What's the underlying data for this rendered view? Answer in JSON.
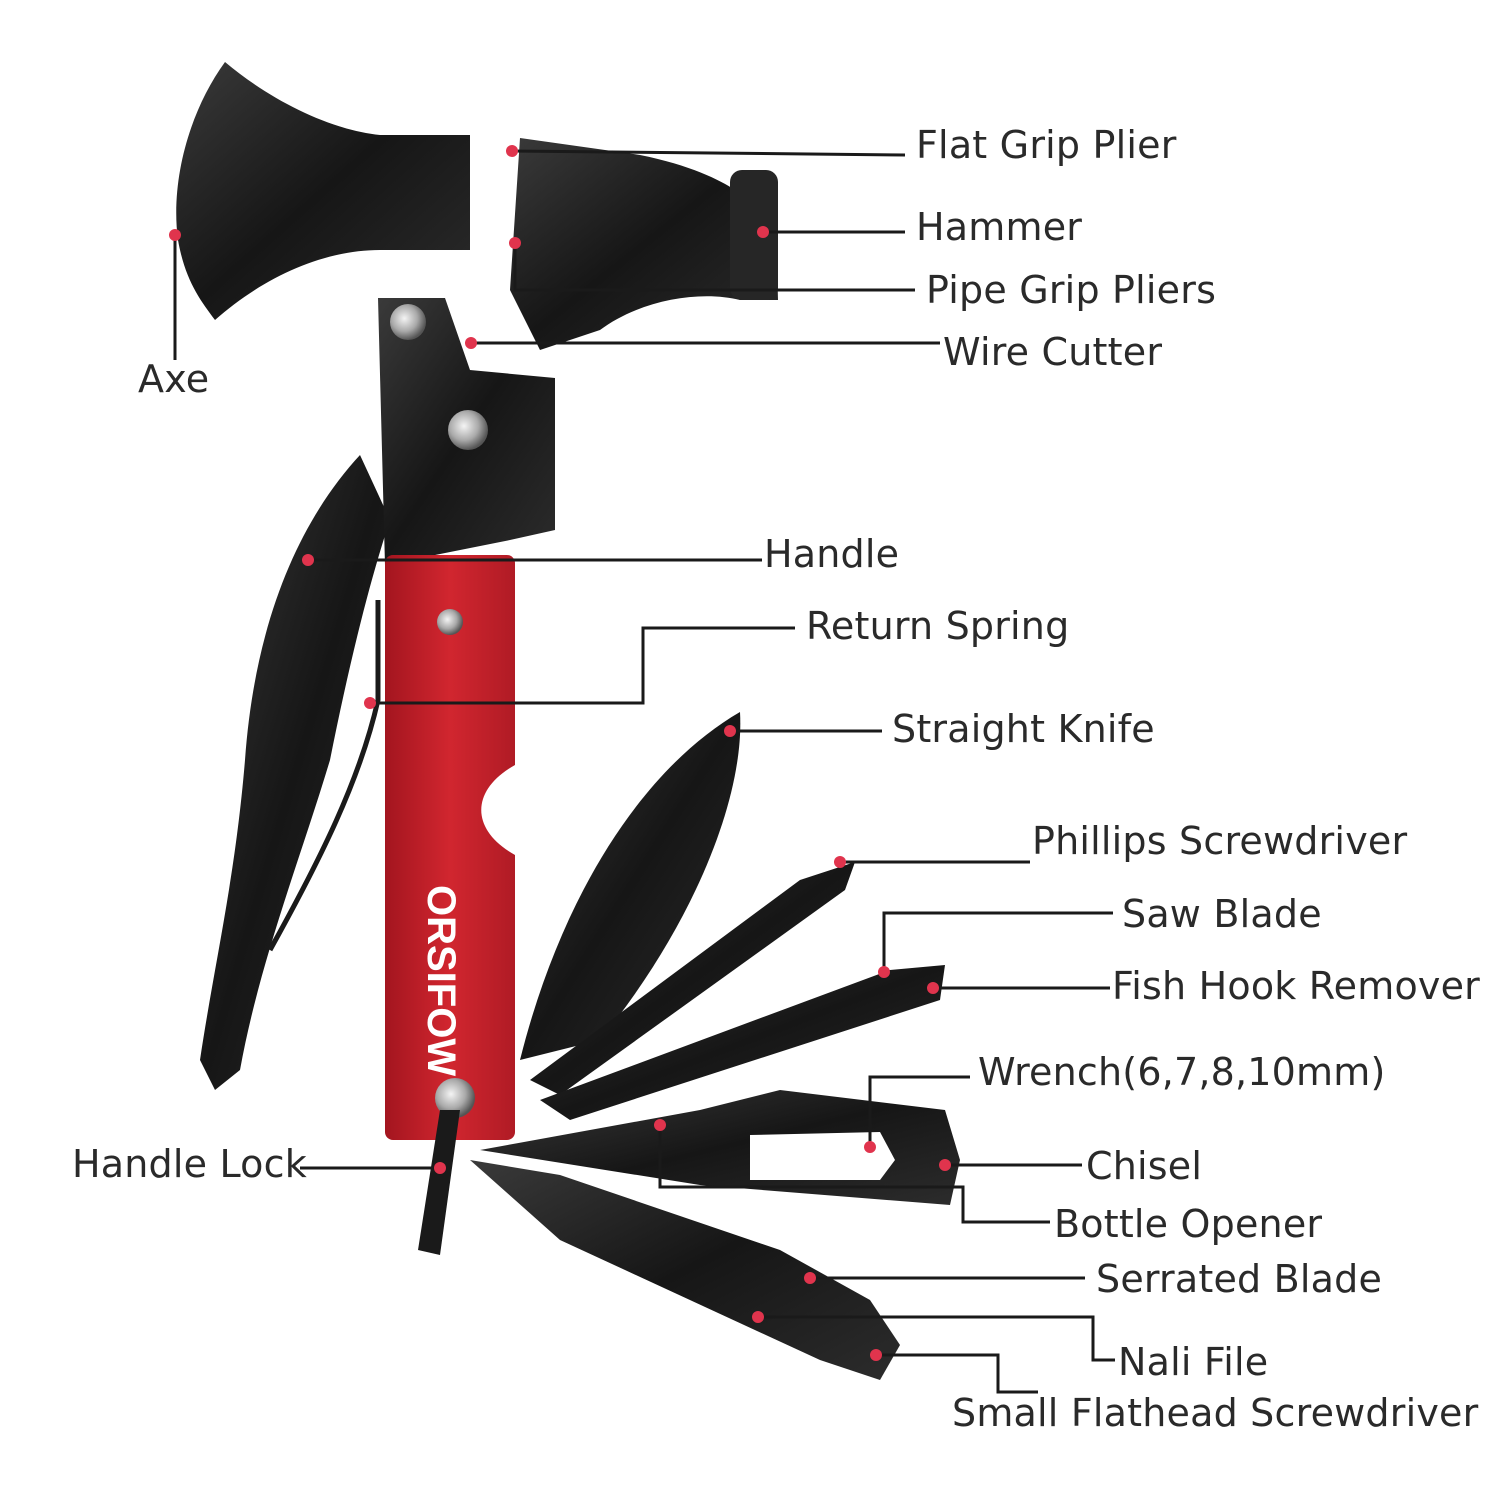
{
  "brand": {
    "text": "ORSIFOW",
    "body_color": "#c8222e",
    "metal_color": "#1c1c1c",
    "marker_color": "#e0344d"
  },
  "labels": {
    "flat_grip_plier": "Flat Grip Plier",
    "hammer": "Hammer",
    "pipe_grip_pliers": "Pipe Grip Pliers",
    "wire_cutter": "Wire Cutter",
    "axe": "Axe",
    "handle": "Handle",
    "return_spring": "Return Spring",
    "straight_knife": "Straight Knife",
    "phillips_screwdriver": "Phillips Screwdriver",
    "saw_blade": "Saw Blade",
    "fish_hook_remover": "Fish Hook Remover",
    "wrench": "Wrench(6,7,8,10mm)",
    "handle_lock": "Handle Lock",
    "chisel": "Chisel",
    "bottle_opener": "Bottle Opener",
    "serrated_blade": "Serrated Blade",
    "nail_file": "Nali File",
    "small_flathead_screwdriver": "Small Flathead Screwdriver"
  }
}
